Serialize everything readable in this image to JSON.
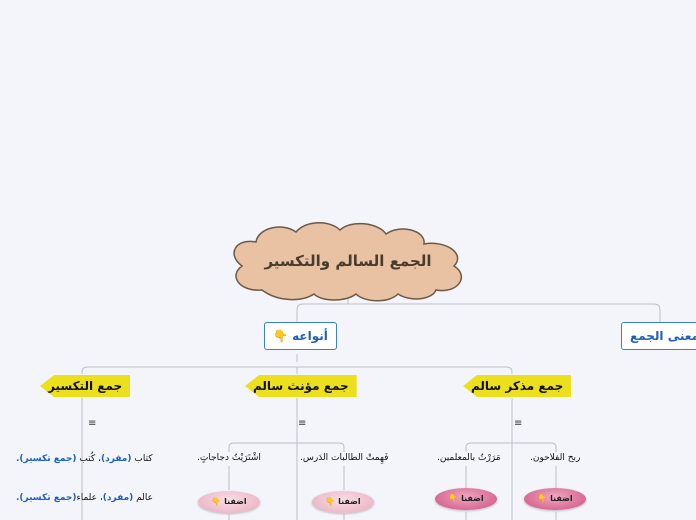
{
  "central_topic": "الجمع السالم والتكسير",
  "meaning_node": "معنى الجمع",
  "types_node": {
    "label": "أنواعه",
    "icon": "hand-pointing-down-icon"
  },
  "categories": {
    "masc": "جمع مذكر سالم",
    "fem": "جمع مؤنث سالم",
    "broken": "جمع التكسير"
  },
  "notes_icon": "≡",
  "examples": {
    "masc_1": "ربح الفلاحون.",
    "masc_2": "مَرَرْتُ بالمعلمين.",
    "fem_1": "فَهِمتْ الطالبات الدَرس.",
    "fem_2": "اشْتَرَيْتُ دجاجاتٍ.",
    "broken_1": {
      "word": "كتاب",
      "singular": "(مفرد)",
      "plural_word": "، كُتب",
      "type": "(جمع تكسير)."
    },
    "broken_2": {
      "word": "عالم",
      "singular": "(مفرد)",
      "plural_word": "، علماء",
      "type": "(جمع تكسير)."
    }
  },
  "pill_label": "اضفنا",
  "pill_icon": "hand-pointing-down-icon",
  "colors": {
    "background": "#f3f5fb",
    "cloud_fill": "#e8c2a2",
    "cloud_stroke": "#6b5a47",
    "blue_box": "#3b7fd0",
    "yellow_tag": "#ecdf1e",
    "pill_light": "#eeb9c8",
    "pill_dark": "#d86a94"
  }
}
